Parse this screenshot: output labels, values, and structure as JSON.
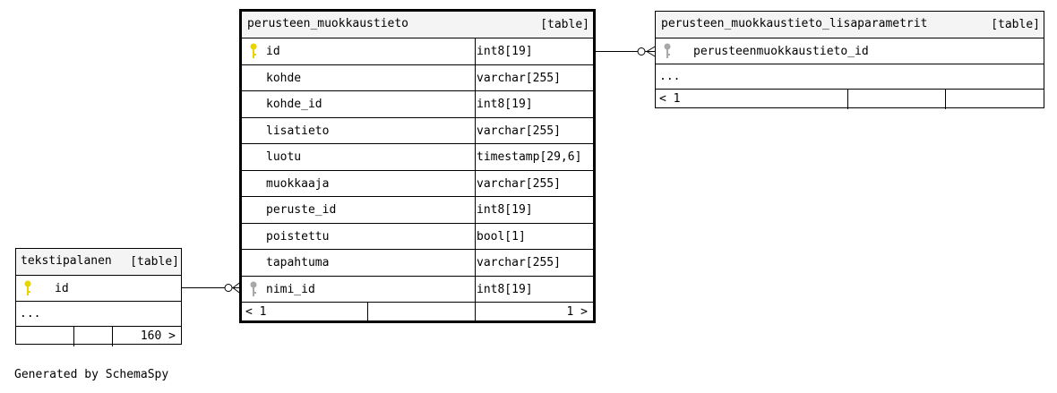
{
  "main_table": {
    "name": "perusteen_muokkaustieto",
    "type": "[table]",
    "columns": [
      {
        "name": "id",
        "type": "int8[19]",
        "key": "primary"
      },
      {
        "name": "kohde",
        "type": "varchar[255]",
        "key": "none"
      },
      {
        "name": "kohde_id",
        "type": "int8[19]",
        "key": "none"
      },
      {
        "name": "lisatieto",
        "type": "varchar[255]",
        "key": "none"
      },
      {
        "name": "luotu",
        "type": "timestamp[29,6]",
        "key": "none"
      },
      {
        "name": "muokkaaja",
        "type": "varchar[255]",
        "key": "none"
      },
      {
        "name": "peruste_id",
        "type": "int8[19]",
        "key": "none"
      },
      {
        "name": "poistettu",
        "type": "bool[1]",
        "key": "none"
      },
      {
        "name": "tapahtuma",
        "type": "varchar[255]",
        "key": "none"
      },
      {
        "name": "nimi_id",
        "type": "int8[19]",
        "key": "foreign"
      }
    ],
    "footer_left": "< 1",
    "footer_right": "1 >"
  },
  "lisaparametrit_table": {
    "name": "perusteen_muokkaustieto_lisaparametrit",
    "type": "[table]",
    "column": "perusteenmuokkaustieto_id",
    "column_key": "foreign",
    "ellipsis": "...",
    "footer_left": "< 1"
  },
  "tekstipalanen_table": {
    "name": "tekstipalanen",
    "type": "[table]",
    "column": "id",
    "column_key": "primary",
    "ellipsis": "...",
    "footer_right": "160 >"
  },
  "footer_text": "Generated by SchemaSpy",
  "colors": {
    "primary_key": "#e8d400",
    "foreign_key": "#a8a8a8",
    "header_bg": "#f4f4f4"
  }
}
